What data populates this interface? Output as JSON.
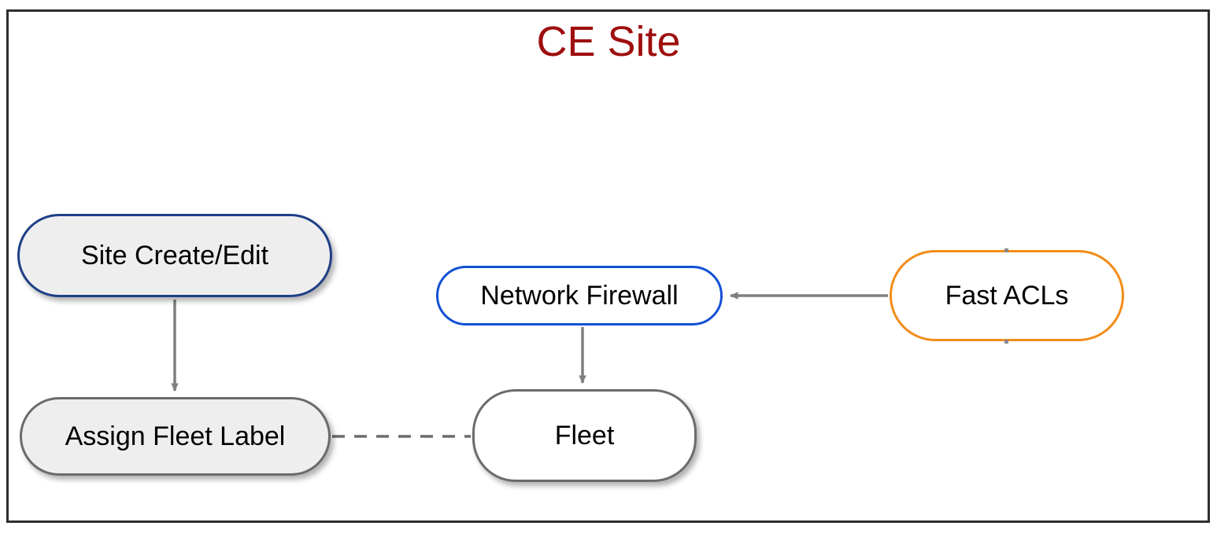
{
  "diagram": {
    "title": "CE Site",
    "title_color": "#9e0f0f",
    "frame_color": "#2e2e2e",
    "background": "#ffffff",
    "type": "flow-diagram",
    "nodes": [
      {
        "id": "site-create-edit",
        "label": "Site Create/Edit",
        "shape": "rounded-pill",
        "fill": "#eeeeee",
        "border_color": "#1f3f87",
        "shadow": true
      },
      {
        "id": "assign-fleet-label",
        "label": "Assign Fleet Label",
        "shape": "rounded-pill",
        "fill": "#eeeeee",
        "border_color": "#6b6b6b",
        "shadow": true
      },
      {
        "id": "network-firewall",
        "label": "Network Firewall",
        "shape": "rounded-pill",
        "fill": "#ffffff",
        "border_color": "#1350d6",
        "shadow": false
      },
      {
        "id": "fleet",
        "label": "Fleet",
        "shape": "rounded-rect",
        "fill": "#ffffff",
        "border_color": "#6b6b6b",
        "shadow": true
      },
      {
        "id": "fast-acls",
        "label": "Fast ACLs",
        "shape": "rounded-pill",
        "fill": "#ffffff",
        "border_color": "#f28c18",
        "shadow": false
      }
    ],
    "edges": [
      {
        "id": "site-create-edit-to-assign-fleet-label",
        "from": "site-create-edit",
        "to": "assign-fleet-label",
        "style": "solid",
        "arrow": "end",
        "color": "#7f7f7f"
      },
      {
        "id": "assign-fleet-label-to-fleet",
        "from": "assign-fleet-label",
        "to": "fleet",
        "style": "dashed",
        "arrow": "none",
        "color": "#6b6b6b"
      },
      {
        "id": "network-firewall-to-fleet",
        "from": "network-firewall",
        "to": "fleet",
        "style": "solid",
        "arrow": "end",
        "color": "#7f7f7f"
      },
      {
        "id": "fast-acls-to-network-firewall",
        "from": "fast-acls",
        "to": "network-firewall",
        "style": "solid",
        "arrow": "end",
        "color": "#7f7f7f"
      }
    ]
  }
}
